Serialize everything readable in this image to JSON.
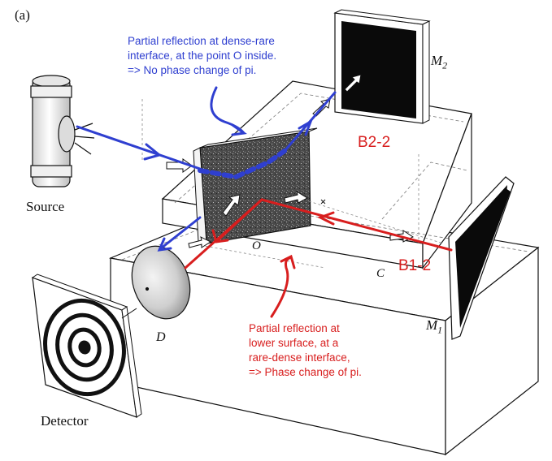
{
  "figure_label": "(a)",
  "labels": {
    "source": "Source",
    "detector": "Detector",
    "o": "O",
    "c": "C",
    "d": "D",
    "m1_letter": "M",
    "m1_sub": "1",
    "m2_letter": "M",
    "m2_sub": "2"
  },
  "annotations": {
    "blue_note_line1": "Partial reflection at dense-rare",
    "blue_note_line2": "interface, at the point O inside.",
    "blue_note_line3": "=> No phase change of pi.",
    "red_note_line1": "Partial reflection at",
    "red_note_line2": "lower surface, at a",
    "red_note_line3": "rare-dense interface,",
    "red_note_line4": "=> Phase change of pi.",
    "beam_b22": "B2-2",
    "beam_b12": "B1-2"
  },
  "colors": {
    "blue": "#2f3fd0",
    "red": "#d81e1e",
    "ink": "#111111",
    "mirror": "#0a0a0a"
  }
}
